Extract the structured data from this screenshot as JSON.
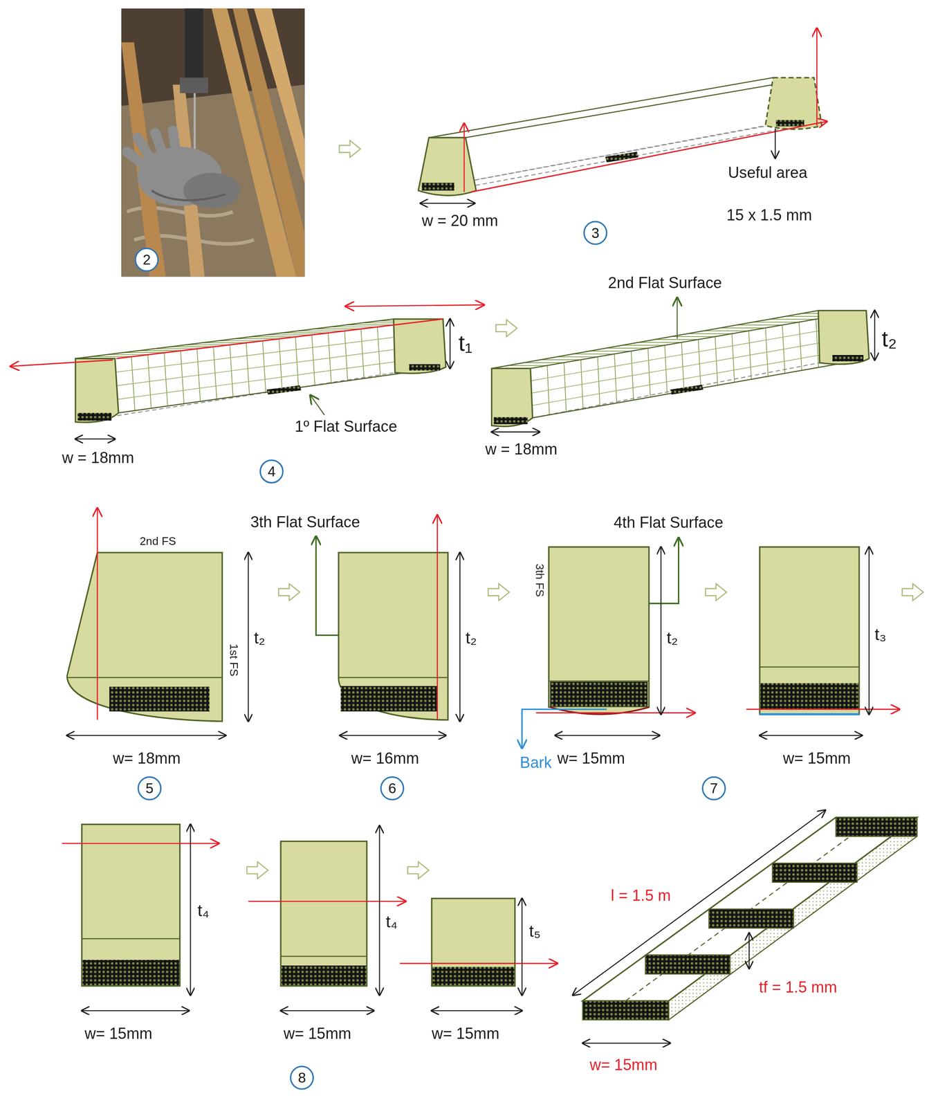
{
  "diagram": {
    "nodes": [
      {
        "text": [
          "2"
        ]
      },
      {
        "text": [
          "3"
        ]
      },
      {
        "text": [
          "4"
        ]
      },
      {
        "text": [
          "5"
        ]
      },
      {
        "text": [
          "6"
        ]
      },
      {
        "text": [
          "7"
        ]
      },
      {
        "text": [
          "8"
        ]
      }
    ],
    "labels": [
      "Useful area",
      "15 x 1.5 mm",
      "w = 20 mm",
      "t₁",
      "2nd Flat Surface",
      "t₂",
      "w = 18mm",
      "1º Flat Surface",
      "w = 18mm",
      "3th Flat Surface",
      "4th Flat Surface",
      "2nd FS",
      "1st FS",
      "t₂",
      "t₂",
      "3th FS",
      "t₂",
      "t₃",
      "Bark",
      "w= 18mm",
      "w= 16mm",
      "w= 15mm",
      "w= 15mm",
      "t₄",
      "t₄",
      "t₅",
      "l = 1.5 m",
      "tf = 1.5 mm",
      "w= 15mm",
      "w= 15mm",
      "w= 15mm",
      "w= 15mm"
    ]
  }
}
